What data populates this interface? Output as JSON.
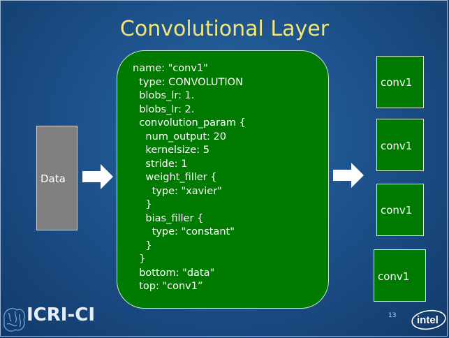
{
  "slide": {
    "title": "Convolutional Layer",
    "input_label": "Data",
    "code_lines": [
      "name: \"conv1\"",
      "  type: CONVOLUTION",
      "  blobs_lr: 1.",
      "  blobs_lr: 2.",
      "  convolution_param {",
      "    num_output: 20",
      "    kernelsize: 5",
      "    stride: 1",
      "    weight_filler {",
      "      type: \"xavier\"",
      "    }",
      "    bias_filler {",
      "      type: \"constant\"",
      "    }",
      "  }",
      "  bottom: \"data\"",
      "  top: \"conv1”"
    ],
    "outputs": [
      "conv1",
      "conv1",
      "conv1",
      "conv1"
    ],
    "page_number": "13",
    "logo_text": "ICRI-CI",
    "brand": "intel"
  },
  "colors": {
    "title": "#f3e676",
    "code_box": "#007a00",
    "data_box": "#808080",
    "background": "#1d528c"
  }
}
